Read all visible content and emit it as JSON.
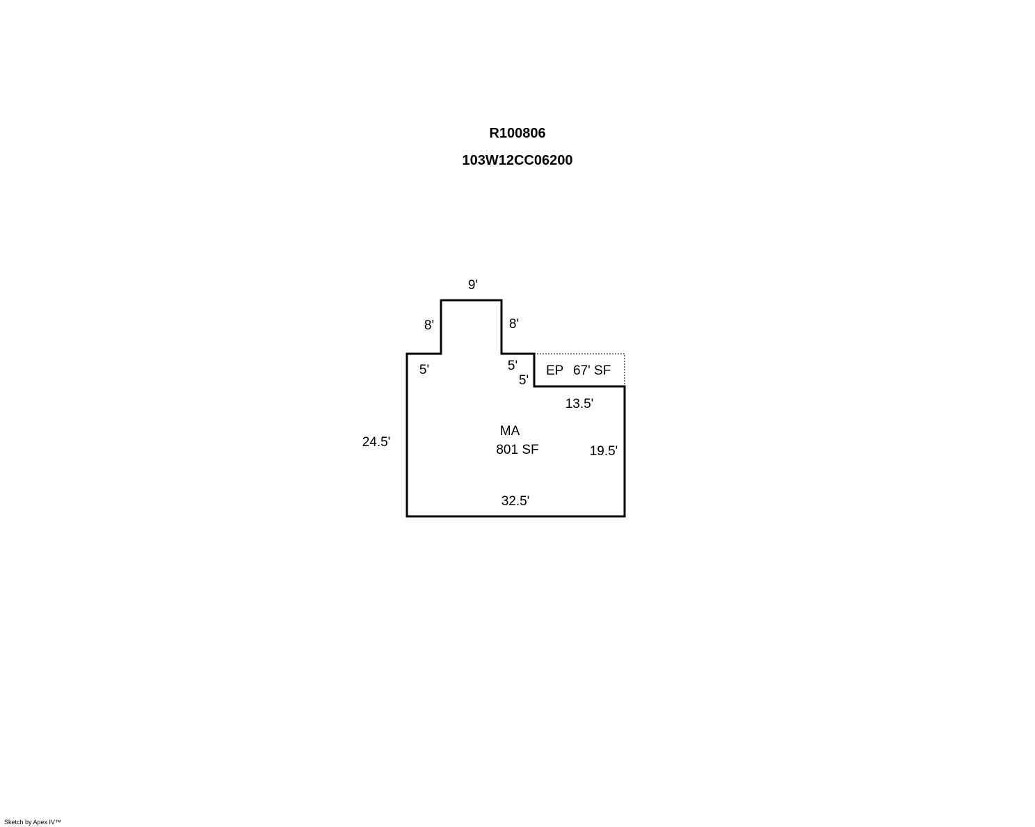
{
  "header": {
    "account_id": "R100806",
    "map_tax_lot": "103W12CC06200"
  },
  "main_area": {
    "code": "MA",
    "area": "801 SF"
  },
  "enclosed_porch": {
    "code": "EP",
    "area": "67' SF"
  },
  "dimensions": {
    "top_bump_width": "9'",
    "top_bump_left_height": "8'",
    "top_bump_right_height": "8'",
    "left_ledge": "5'",
    "right_ledge": "5'",
    "right_step_down": "5'",
    "right_upper_width": "13.5'",
    "left_height": "24.5'",
    "right_lower_height": "19.5'",
    "bottom_width": "32.5'"
  },
  "colors": {
    "outline": "#000000",
    "porch_outline": "#000000",
    "background": "#ffffff"
  },
  "footer": {
    "credit": "Sketch by Apex IV™"
  }
}
